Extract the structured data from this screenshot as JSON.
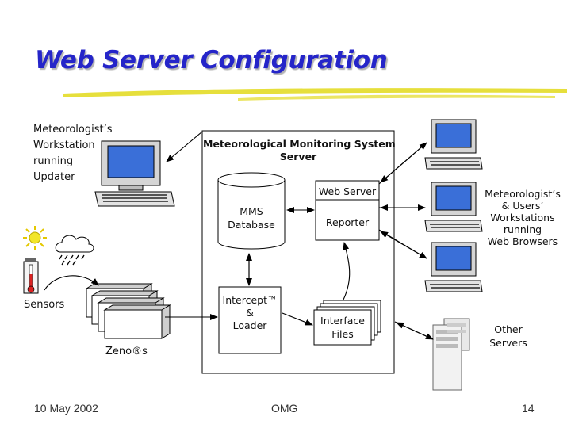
{
  "title": "Web Server Configuration",
  "labels": {
    "workstation": [
      "Meteorologist’s",
      "Workstation",
      "running",
      "Updater"
    ],
    "mms_server": [
      "Meteorological Monitoring System",
      "Server"
    ],
    "database": [
      "MMS",
      "Database"
    ],
    "web_server": "Web Server",
    "reporter": "Reporter",
    "intercept": [
      "Intercept™",
      "&",
      "Loader"
    ],
    "interface_files": [
      "Interface",
      "Files"
    ],
    "sensors": "Sensors",
    "zeno": "Zeno®s",
    "browsers": [
      "Meteorologist’s",
      "& Users’",
      "Workstations",
      "running",
      "Web Browsers"
    ],
    "other_servers": [
      "Other",
      "Servers"
    ]
  },
  "footer": {
    "date": "10 May 2002",
    "center": "OMG",
    "page": "14"
  },
  "colors": {
    "title": "#2525c9",
    "underline": "#e6df3c",
    "sun": "#f2e62a",
    "monitor_screen": "#3a6fd8",
    "box_fill": "#ffffff",
    "ink": "#000000"
  }
}
